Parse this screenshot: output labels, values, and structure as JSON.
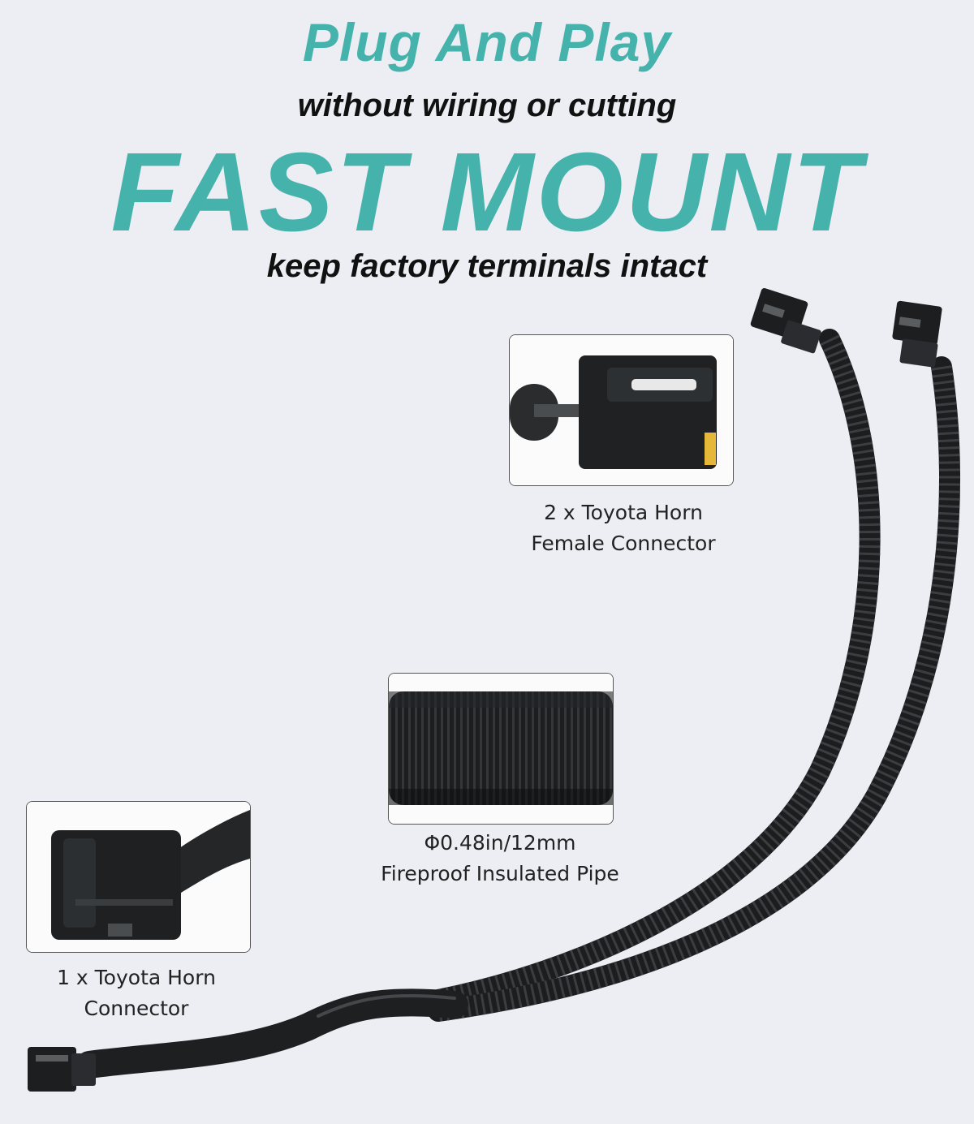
{
  "headline": {
    "title": "Plug And Play",
    "subtitle": "without wiring or cutting",
    "title_big": "FAST MOUNT",
    "tagline": "keep factory terminals intact"
  },
  "callouts": {
    "female": {
      "line1": "2 x Toyota Horn",
      "line2": "Female Connector"
    },
    "pipe": {
      "line1": "Φ0.48in/12mm",
      "line2": "Fireproof Insulated Pipe"
    },
    "male": {
      "line1": "1 x Toyota Horn",
      "line2": "Connector"
    }
  },
  "colors": {
    "accent": "#45b2ab",
    "text": "#111111",
    "background": "#eceef4",
    "cable": "#1b1d1f"
  }
}
